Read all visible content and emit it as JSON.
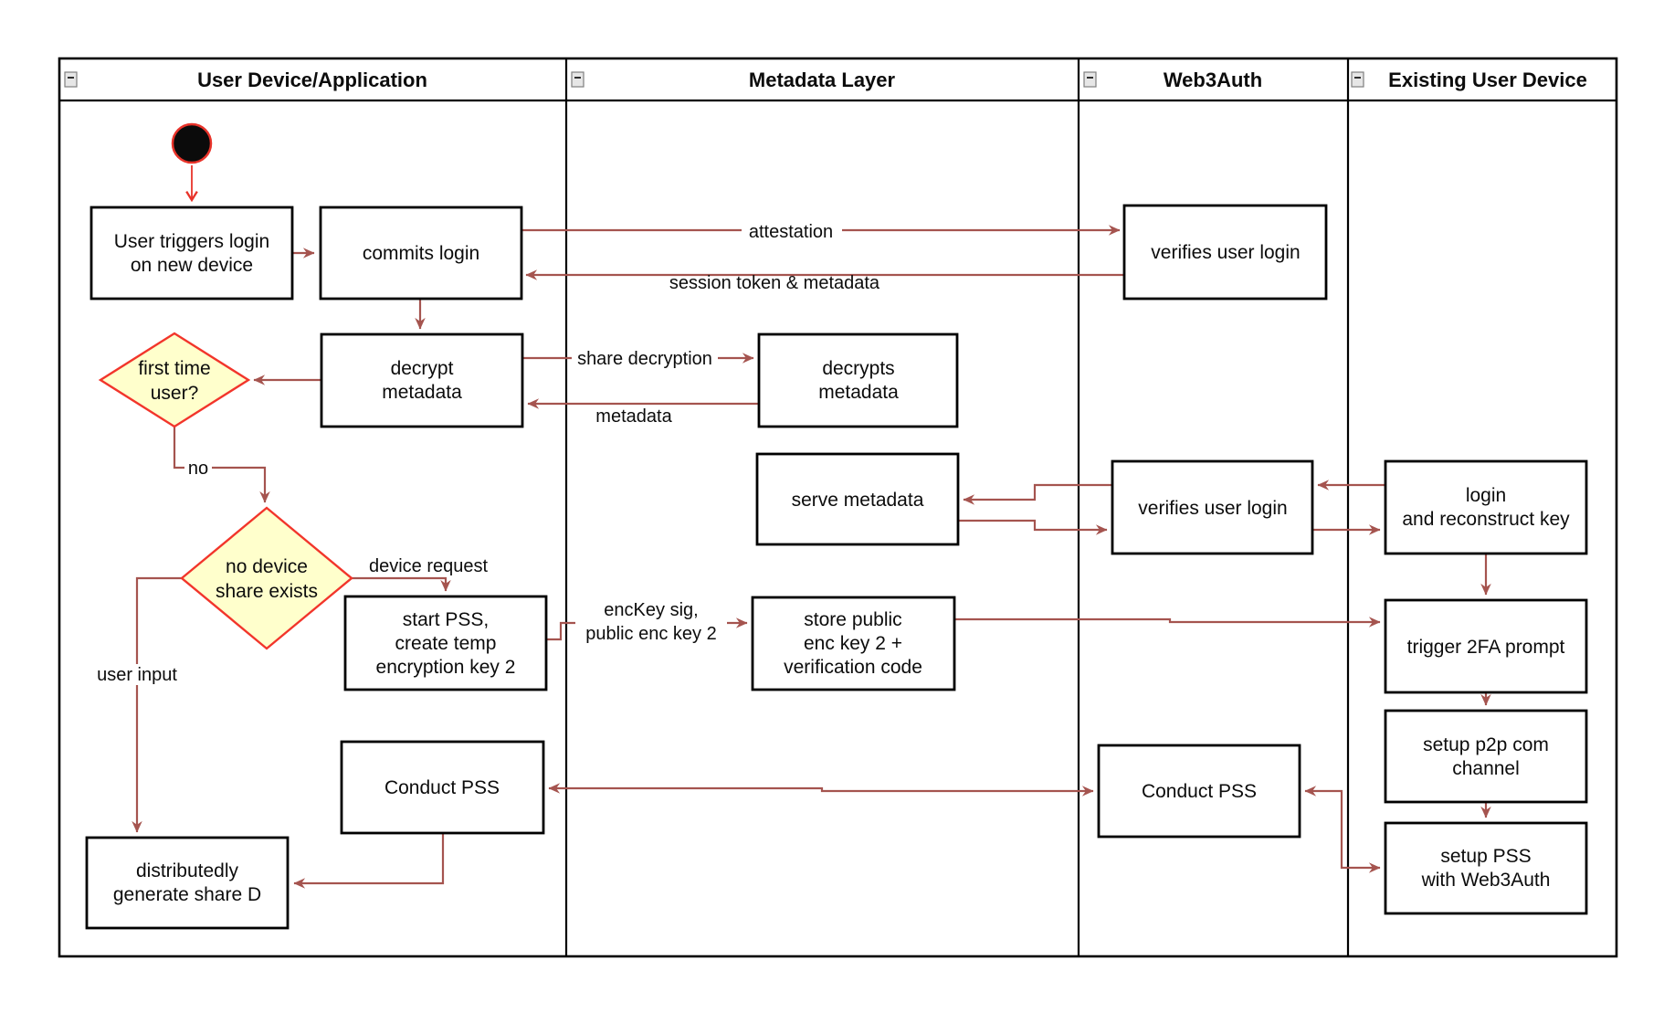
{
  "lanes": [
    {
      "title": "User Device/Application"
    },
    {
      "title": "Metadata Layer"
    },
    {
      "title": "Web3Auth"
    },
    {
      "title": "Existing User Device"
    }
  ],
  "nodes": {
    "user_triggers": {
      "lines": [
        "User triggers login",
        "on new device"
      ]
    },
    "commits": {
      "lines": [
        "commits login"
      ]
    },
    "decrypt": {
      "lines": [
        "decrypt",
        "metadata"
      ]
    },
    "decrypts": {
      "lines": [
        "decrypts",
        "metadata"
      ]
    },
    "verifies1": {
      "lines": [
        "verifies user login"
      ]
    },
    "serve": {
      "lines": [
        "serve metadata"
      ]
    },
    "verifies2": {
      "lines": [
        "verifies user login"
      ]
    },
    "login": {
      "lines": [
        "login",
        "and reconstruct key"
      ]
    },
    "store": {
      "lines": [
        "store public",
        "enc key 2 +",
        "verification code"
      ]
    },
    "start_pss": {
      "lines": [
        "start PSS,",
        "create temp",
        "encryption key 2"
      ]
    },
    "trigger": {
      "lines": [
        "trigger 2FA prompt"
      ]
    },
    "p2p": {
      "lines": [
        "setup p2p com",
        "channel"
      ]
    },
    "setup_pss": {
      "lines": [
        "setup PSS",
        "with Web3Auth"
      ]
    },
    "conduct_user": {
      "lines": [
        "Conduct PSS"
      ]
    },
    "conduct_web3": {
      "lines": [
        "Conduct PSS"
      ]
    },
    "distributedly": {
      "lines": [
        "distributedly",
        "generate share D"
      ]
    },
    "first_time": {
      "lines": [
        "first time",
        "user?"
      ]
    },
    "no_device": {
      "lines": [
        "no device",
        "share exists"
      ]
    }
  },
  "edge_labels": {
    "attestation": "attestation",
    "session_token": "session token & metadata",
    "share_decryption": "share decryption",
    "metadata": "metadata",
    "device_request": "device request",
    "enckey": [
      "encKey sig,",
      "public enc key 2"
    ],
    "no": "no",
    "user_input": "user input"
  },
  "colors": {
    "edge": "#A5544F",
    "highlight_red": "#E8332A",
    "decision_fill": "#FFFFCC",
    "decision_stroke": "#F2352B",
    "node_fill": "#FFFFFF",
    "node_stroke": "#000000"
  }
}
